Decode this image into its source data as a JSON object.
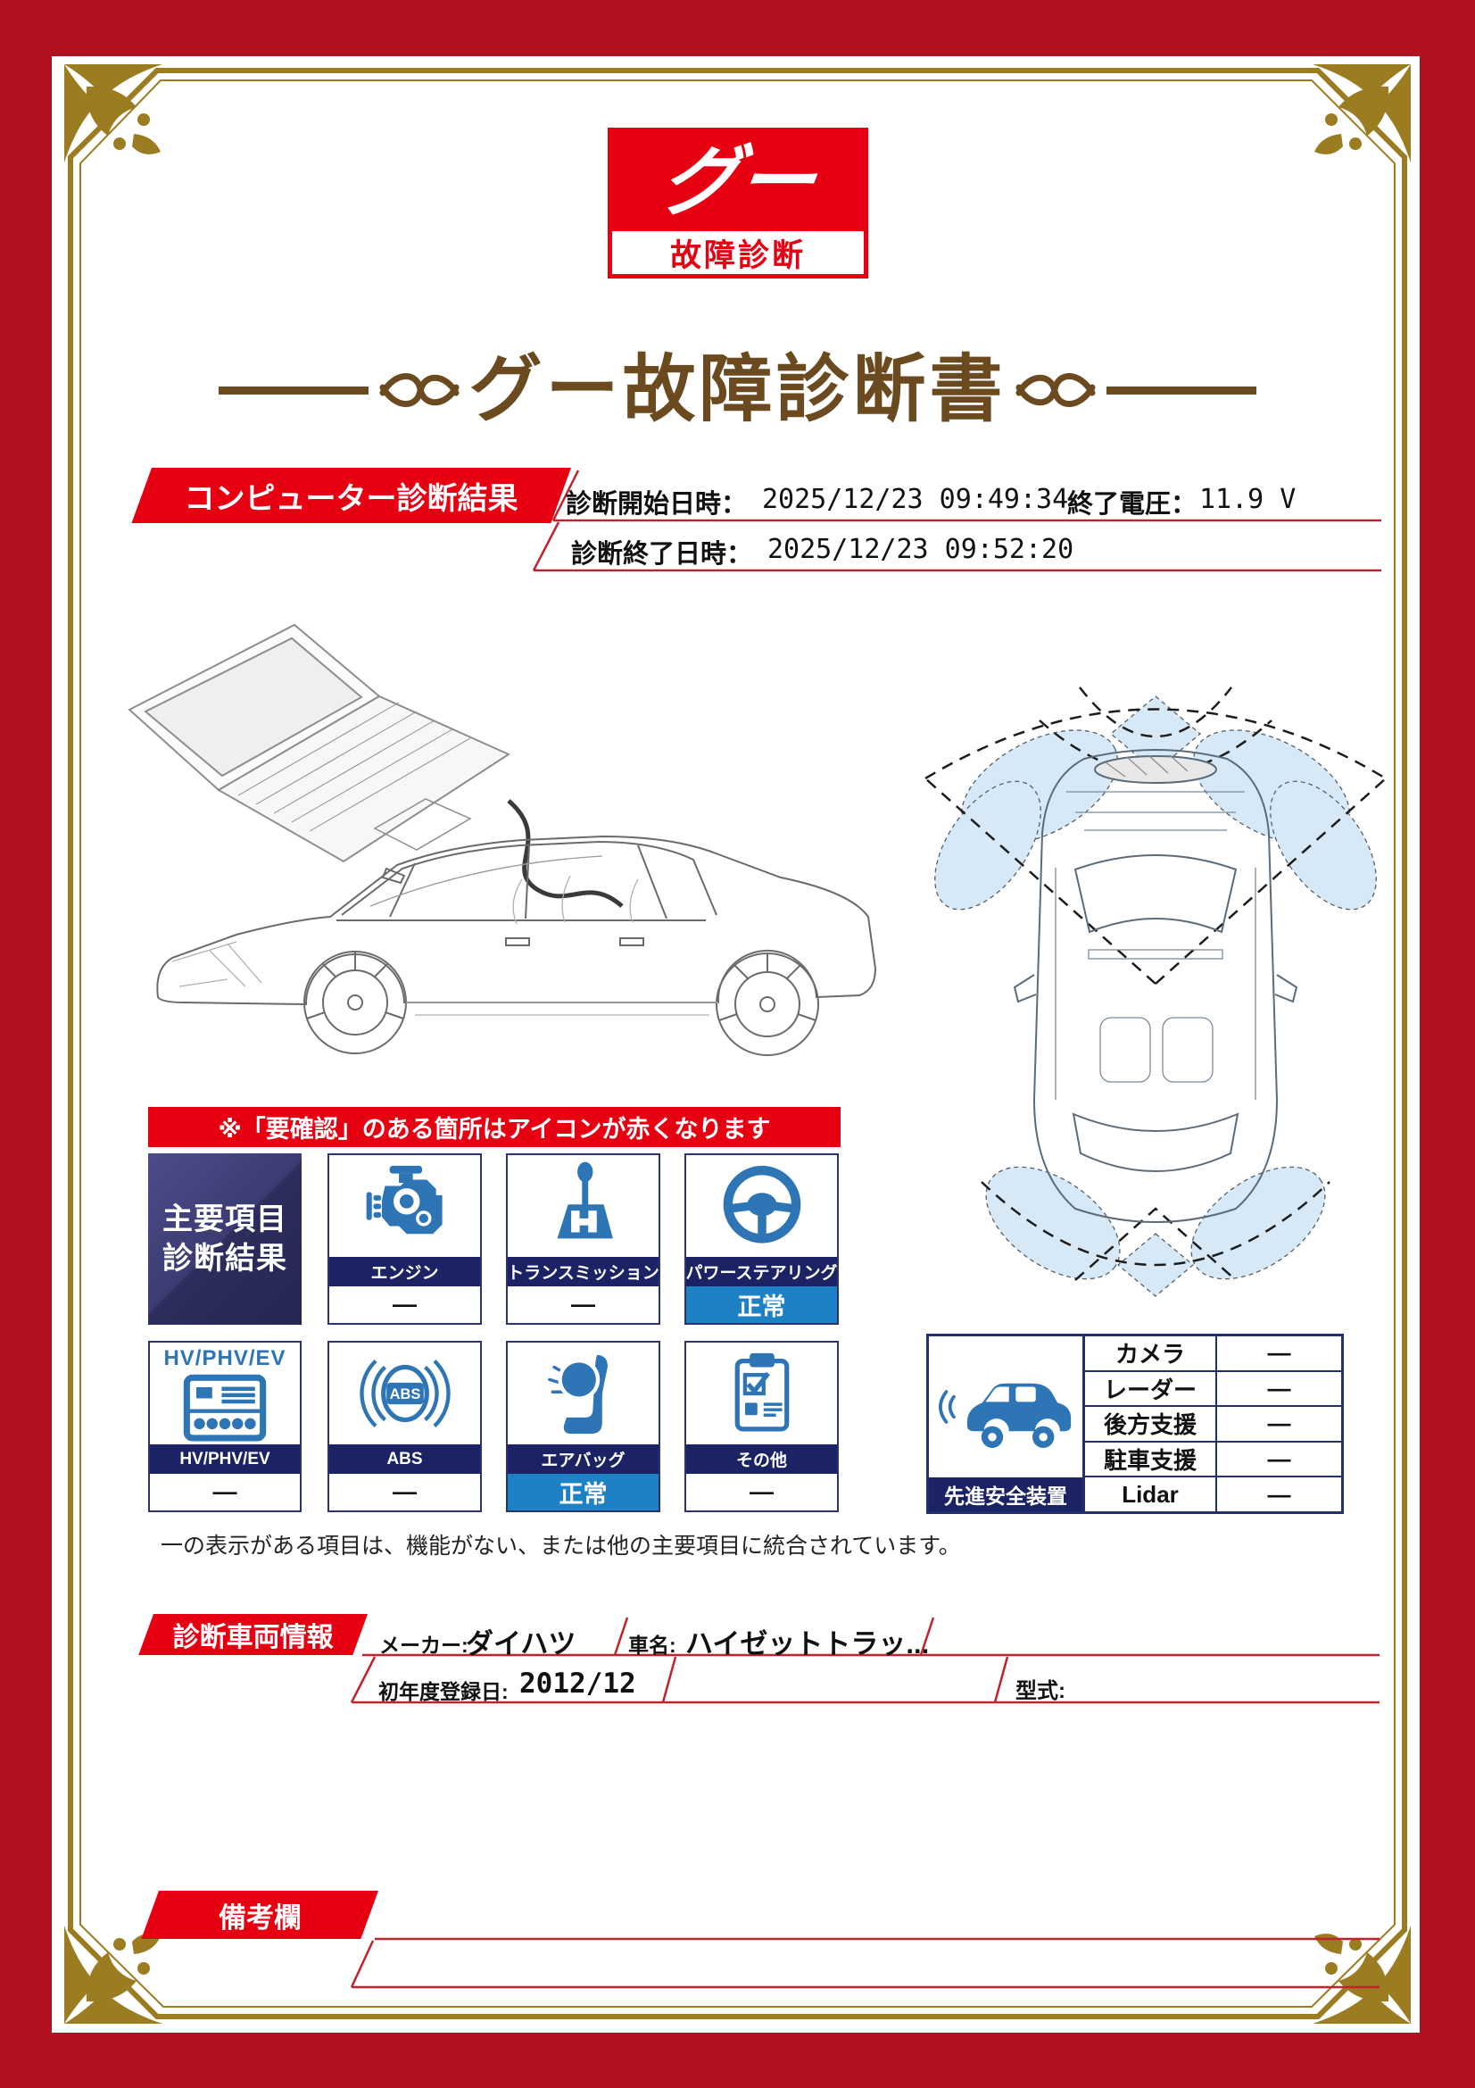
{
  "logo": {
    "goo": "グー",
    "caption": "故障診断"
  },
  "title": {
    "text": "グー故障診断書"
  },
  "diag": {
    "banner": "コンピューター診断結果",
    "start_label": "診断開始日時：",
    "start_value": "2025/12/23 09:49:34",
    "voltage_label": "終了電圧：",
    "voltage_value": "11.9 V",
    "end_label": "診断終了日時：",
    "end_value": "2025/12/23 09:52:20"
  },
  "notice": "※「要確認」のある箇所はアイコンが赤くなります",
  "grid": {
    "header_line1": "主要項目",
    "header_line2": "診断結果",
    "cards": [
      {
        "label": "エンジン",
        "status": "—",
        "status_type": "dash",
        "icon": "engine-icon"
      },
      {
        "label": "トランスミッション",
        "status": "—",
        "status_type": "dash",
        "icon": "transmission-icon"
      },
      {
        "label": "パワーステアリング",
        "status": "正常",
        "status_type": "normal",
        "icon": "steering-icon"
      },
      {
        "label": "HV/PHV/EV",
        "status": "—",
        "status_type": "dash",
        "icon": "hv-unit-icon",
        "icon_title": "HV/PHV/EV"
      },
      {
        "label": "ABS",
        "status": "—",
        "status_type": "dash",
        "icon": "abs-icon",
        "icon_text": "ABS"
      },
      {
        "label": "エアバッグ",
        "status": "正常",
        "status_type": "normal",
        "icon": "airbag-icon"
      },
      {
        "label": "その他",
        "status": "—",
        "status_type": "dash",
        "icon": "clipboard-icon"
      }
    ],
    "note": "一の表示がある項目は、機能がない、または他の主要項目に統合されています。"
  },
  "safety": {
    "caption": "先進安全装置",
    "rows": [
      {
        "name": "カメラ",
        "value": "—"
      },
      {
        "name": "レーダー",
        "value": "—"
      },
      {
        "name": "後方支援",
        "value": "—"
      },
      {
        "name": "駐車支援",
        "value": "—"
      },
      {
        "name": "Lidar",
        "value": "—"
      }
    ]
  },
  "vehicle": {
    "banner": "診断車両情報",
    "maker_label": "メーカー:",
    "maker_value": "ダイハツ",
    "name_label": "車名:",
    "name_value": "ハイゼットトラッ...",
    "reg_label": "初年度登録日:",
    "reg_value": "2012/12",
    "model_label": "型式:",
    "model_value": ""
  },
  "remarks": {
    "banner": "備考欄"
  },
  "colors": {
    "frame_red": "#b0131f",
    "accent_red": "#e60012",
    "rule_red": "#c0222e",
    "gold": "#9c7c21",
    "title_brown": "#6a4a1e",
    "navy": "#1c2365",
    "icon_blue": "#2e75b6",
    "status_blue": "#1f81c5"
  }
}
